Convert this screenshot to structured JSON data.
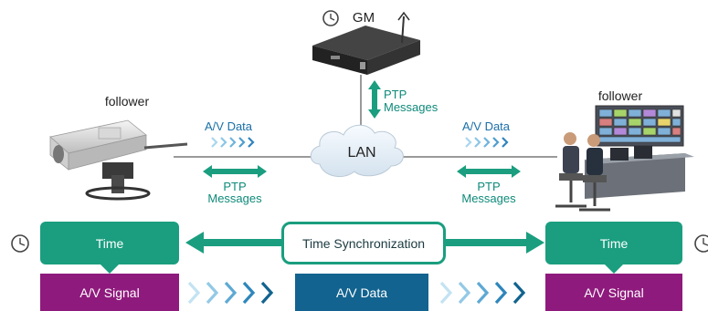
{
  "gm": {
    "label": "GM"
  },
  "left_follower": {
    "label": "follower"
  },
  "right_follower": {
    "label": "follower"
  },
  "lan": {
    "label": "LAN"
  },
  "gm_link": {
    "label_line1": "PTP",
    "label_line2": "Messages"
  },
  "left_link": {
    "data_label": "A/V Data",
    "ptp_line1": "PTP",
    "ptp_line2": "Messages"
  },
  "right_link": {
    "data_label": "A/V Data",
    "ptp_line1": "PTP",
    "ptp_line2": "Messages"
  },
  "bottom": {
    "left_time": "Time",
    "right_time": "Time",
    "sync": "Time Synchronization",
    "left_signal": "A/V Signal",
    "right_signal": "A/V Signal",
    "center_data": "A/V Data"
  },
  "colors": {
    "teal": "#1a9e7f",
    "magenta": "#8f1a7d",
    "navy": "#12638f"
  }
}
